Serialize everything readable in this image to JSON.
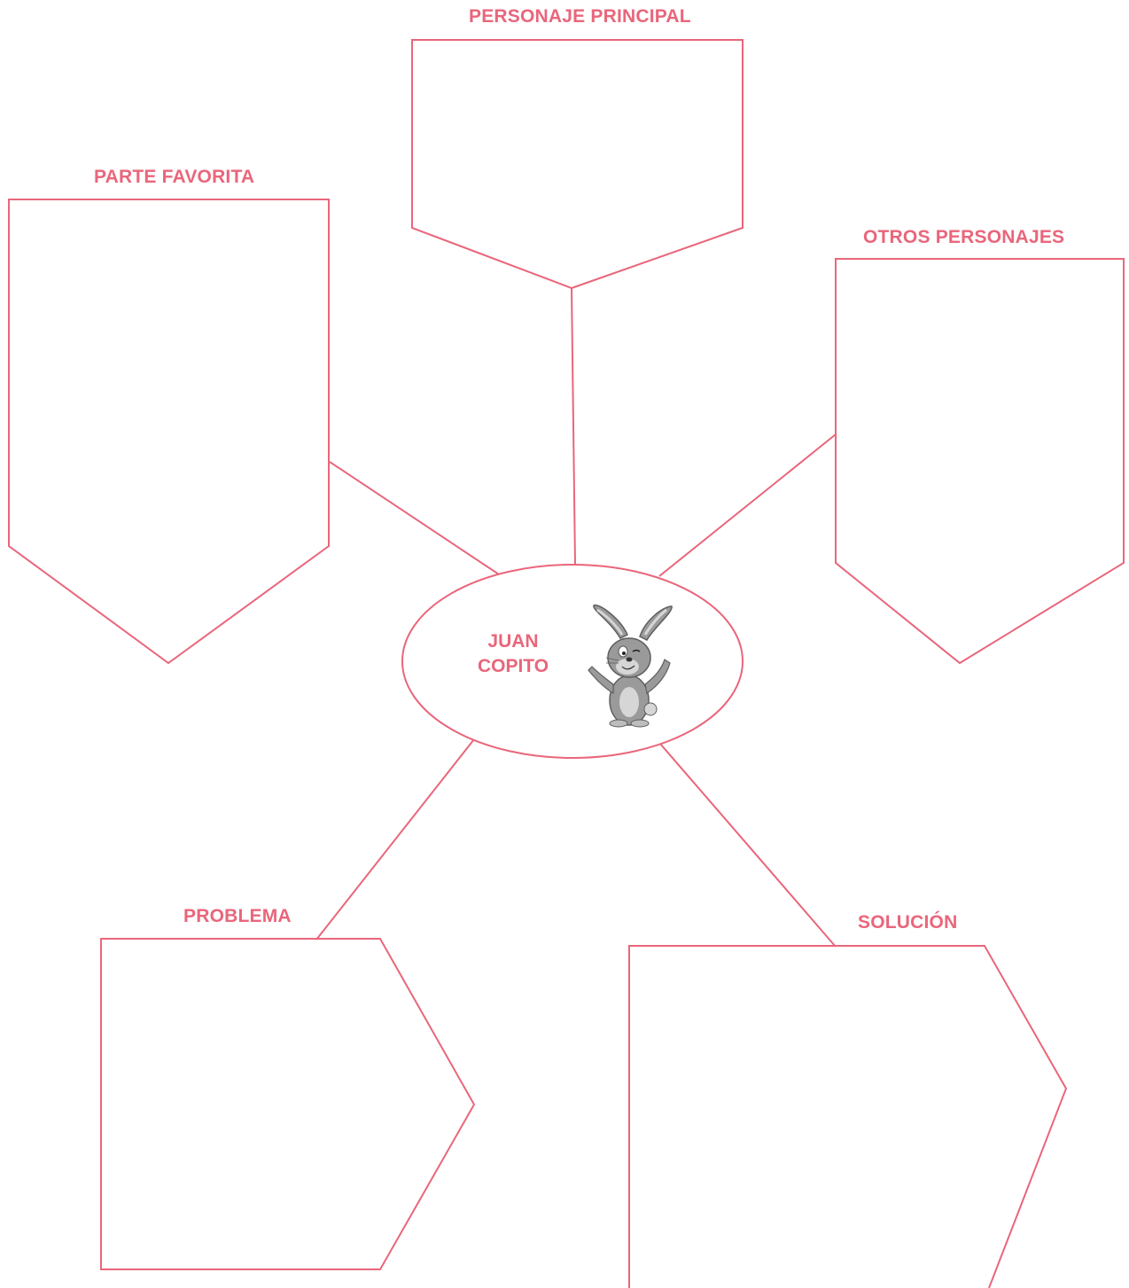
{
  "colors": {
    "accent": "#e9667b",
    "bunny_fur": "#9a9a9a",
    "bunny_dark": "#5e5e5e",
    "bunny_light": "#d6d6d6"
  },
  "labels": {
    "main_character": "PERSONAJE PRINCIPAL",
    "favorite_part": "PARTE FAVORITA",
    "other_characters": "OTROS PERSONAJES",
    "problem": "PROBLEMA",
    "solution": "SOLUCIÓN"
  },
  "center": {
    "title_line1": "JUAN",
    "title_line2": "COPITO",
    "illustration": "rabbit-illustration"
  }
}
